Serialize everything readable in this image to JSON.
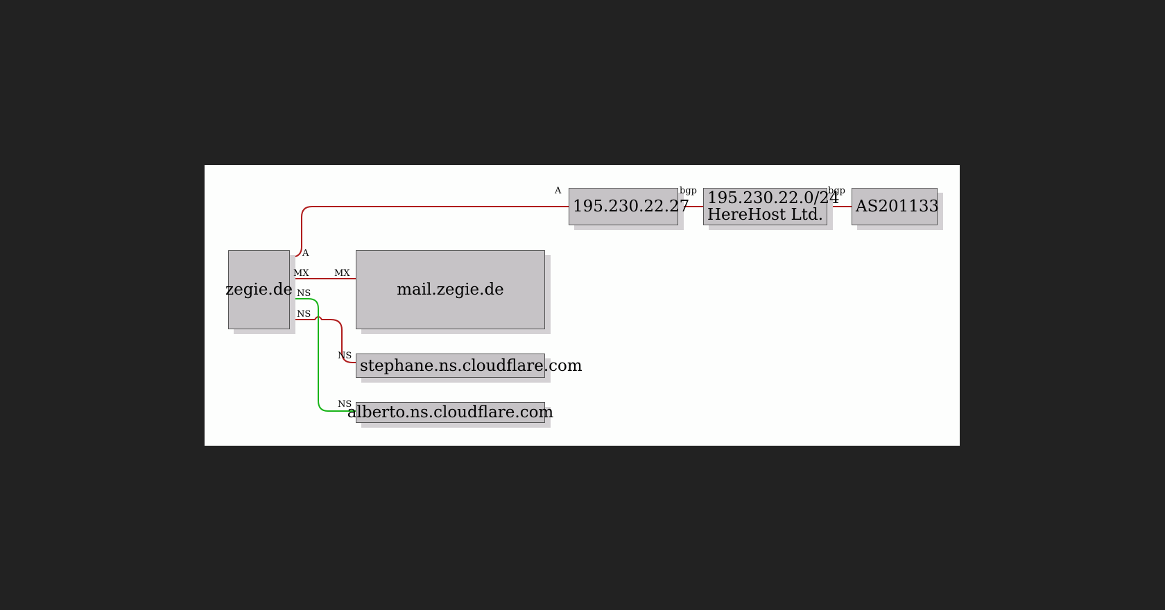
{
  "nodes": {
    "domain": "zegie.de",
    "mail": "mail.zegie.de",
    "ns1": "stephane.ns.cloudflare.com",
    "ns2": "alberto.ns.cloudflare.com",
    "ip": "195.230.22.27",
    "prefix_line1": "195.230.22.0/24",
    "prefix_line2": "HereHost Ltd.",
    "asn": "AS201133"
  },
  "edge_labels": {
    "a_source": "A",
    "a_target": "A",
    "mx_source": "MX",
    "mx_target": "MX",
    "ns_green_source": "NS",
    "ns_red_source": "NS",
    "ns_red_target": "NS",
    "ns_green_target": "NS",
    "bgp_1": "bgp",
    "bgp_2": "bgp"
  },
  "colors": {
    "red_edge": "#b01c1c",
    "green_edge": "#19b419",
    "node_fill": "#c6c3c6"
  }
}
